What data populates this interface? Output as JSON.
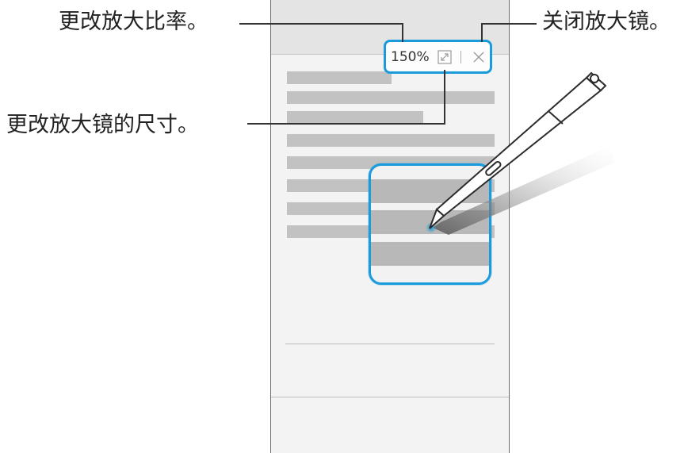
{
  "callouts": {
    "change_ratio": "更改放大比率。",
    "change_size": "更改放大镜的尺寸。",
    "close_magnifier": "关闭放大镜。"
  },
  "toolbar": {
    "zoom_level": "150%"
  },
  "icons": {
    "resize": "resize-icon",
    "close": "close-icon",
    "pen": "s-pen-icon"
  },
  "colors": {
    "accent": "#1a9bdb",
    "screen_bg": "#f3f3f3",
    "text_bar": "#c2c2c2"
  }
}
